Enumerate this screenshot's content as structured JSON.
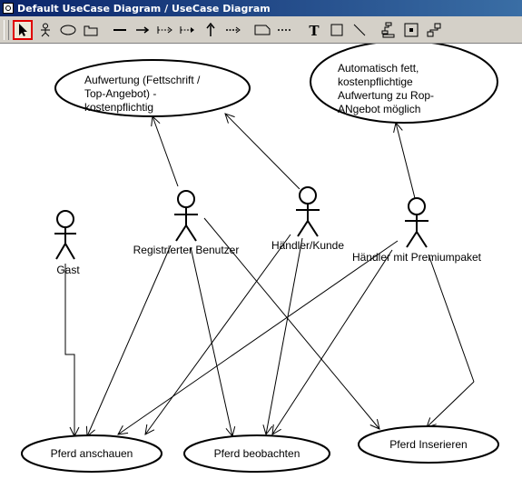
{
  "window": {
    "title": "Default UseCase Diagram / UseCase Diagram"
  },
  "toolbar": {
    "tools": [
      {
        "icon": "select-arrow-icon",
        "selected": true
      },
      {
        "icon": "actor-icon"
      },
      {
        "icon": "usecase-ellipse-icon"
      },
      {
        "icon": "package-icon"
      },
      {
        "icon": "association-line-icon"
      },
      {
        "icon": "directed-association-icon"
      },
      {
        "icon": "include-icon"
      },
      {
        "icon": "extend-icon"
      },
      {
        "icon": "generalization-icon"
      },
      {
        "icon": "dependency-icon"
      },
      {
        "icon": "note-icon"
      },
      {
        "icon": "note-link-icon"
      },
      {
        "icon": "text-icon"
      },
      {
        "icon": "rectangle-icon"
      },
      {
        "icon": "line-icon"
      },
      {
        "icon": "layout-icon"
      },
      {
        "icon": "zoom-icon"
      },
      {
        "icon": "align-icon"
      }
    ],
    "text_tool_label": "T"
  },
  "diagram": {
    "actors": [
      {
        "id": "gast",
        "label": "Gast"
      },
      {
        "id": "registriert",
        "label": "Registrierter Benutzer"
      },
      {
        "id": "haendler",
        "label": "Händler/Kunde"
      },
      {
        "id": "premium",
        "label": "Händler mit Premiumpaket"
      }
    ],
    "notes": [
      {
        "id": "note1",
        "lines": [
          "Aufwertung (Fettschrift /",
          "Top-Angebot) -",
          "kostenpflichtig"
        ]
      },
      {
        "id": "note2",
        "lines": [
          "Automatisch fett,",
          "kostenpflichtige",
          "Aufwertung zu Rop-",
          "ANgebot möglich"
        ]
      }
    ],
    "usecases": [
      {
        "id": "anschauen",
        "label": "Pferd anschauen"
      },
      {
        "id": "beobachten",
        "label": "Pferd beobachten"
      },
      {
        "id": "inserieren",
        "label": "Pferd Inserieren"
      }
    ]
  }
}
